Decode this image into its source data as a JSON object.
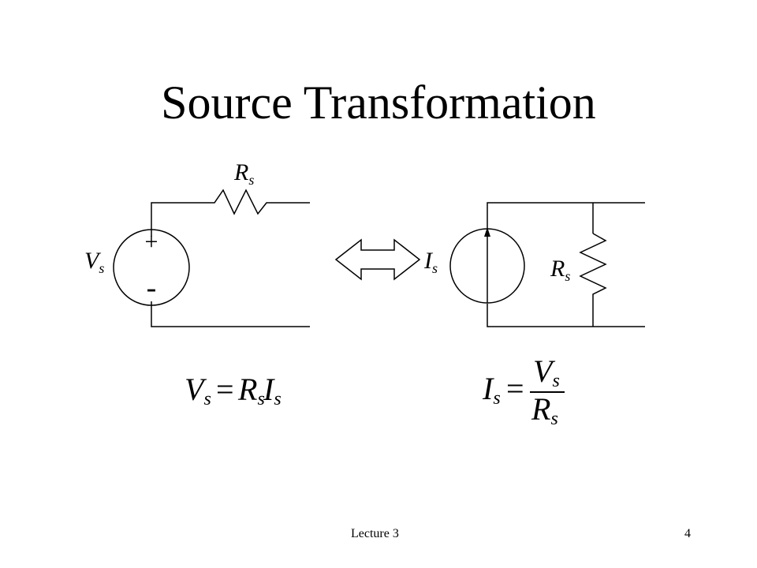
{
  "title": "Source Transformation",
  "left_circuit": {
    "resistor_label": "R",
    "resistor_sub": "s",
    "source_label": "V",
    "source_sub": "s",
    "plus_sign": "+",
    "minus_sign": "-"
  },
  "right_circuit": {
    "source_label": "I",
    "source_sub": "s",
    "resistor_label": "R",
    "resistor_sub": "s"
  },
  "equation_left": {
    "lhs_var": "V",
    "lhs_sub": "s",
    "equals": "=",
    "r_var": "R",
    "r_sub": "s",
    "i_var": "I",
    "i_sub": "s"
  },
  "equation_right": {
    "lhs_var": "I",
    "lhs_sub": "s",
    "equals": "=",
    "num_var": "V",
    "num_sub": "s",
    "den_var": "R",
    "den_sub": "s"
  },
  "footer": {
    "lecture": "Lecture 3",
    "page_number": "4"
  }
}
